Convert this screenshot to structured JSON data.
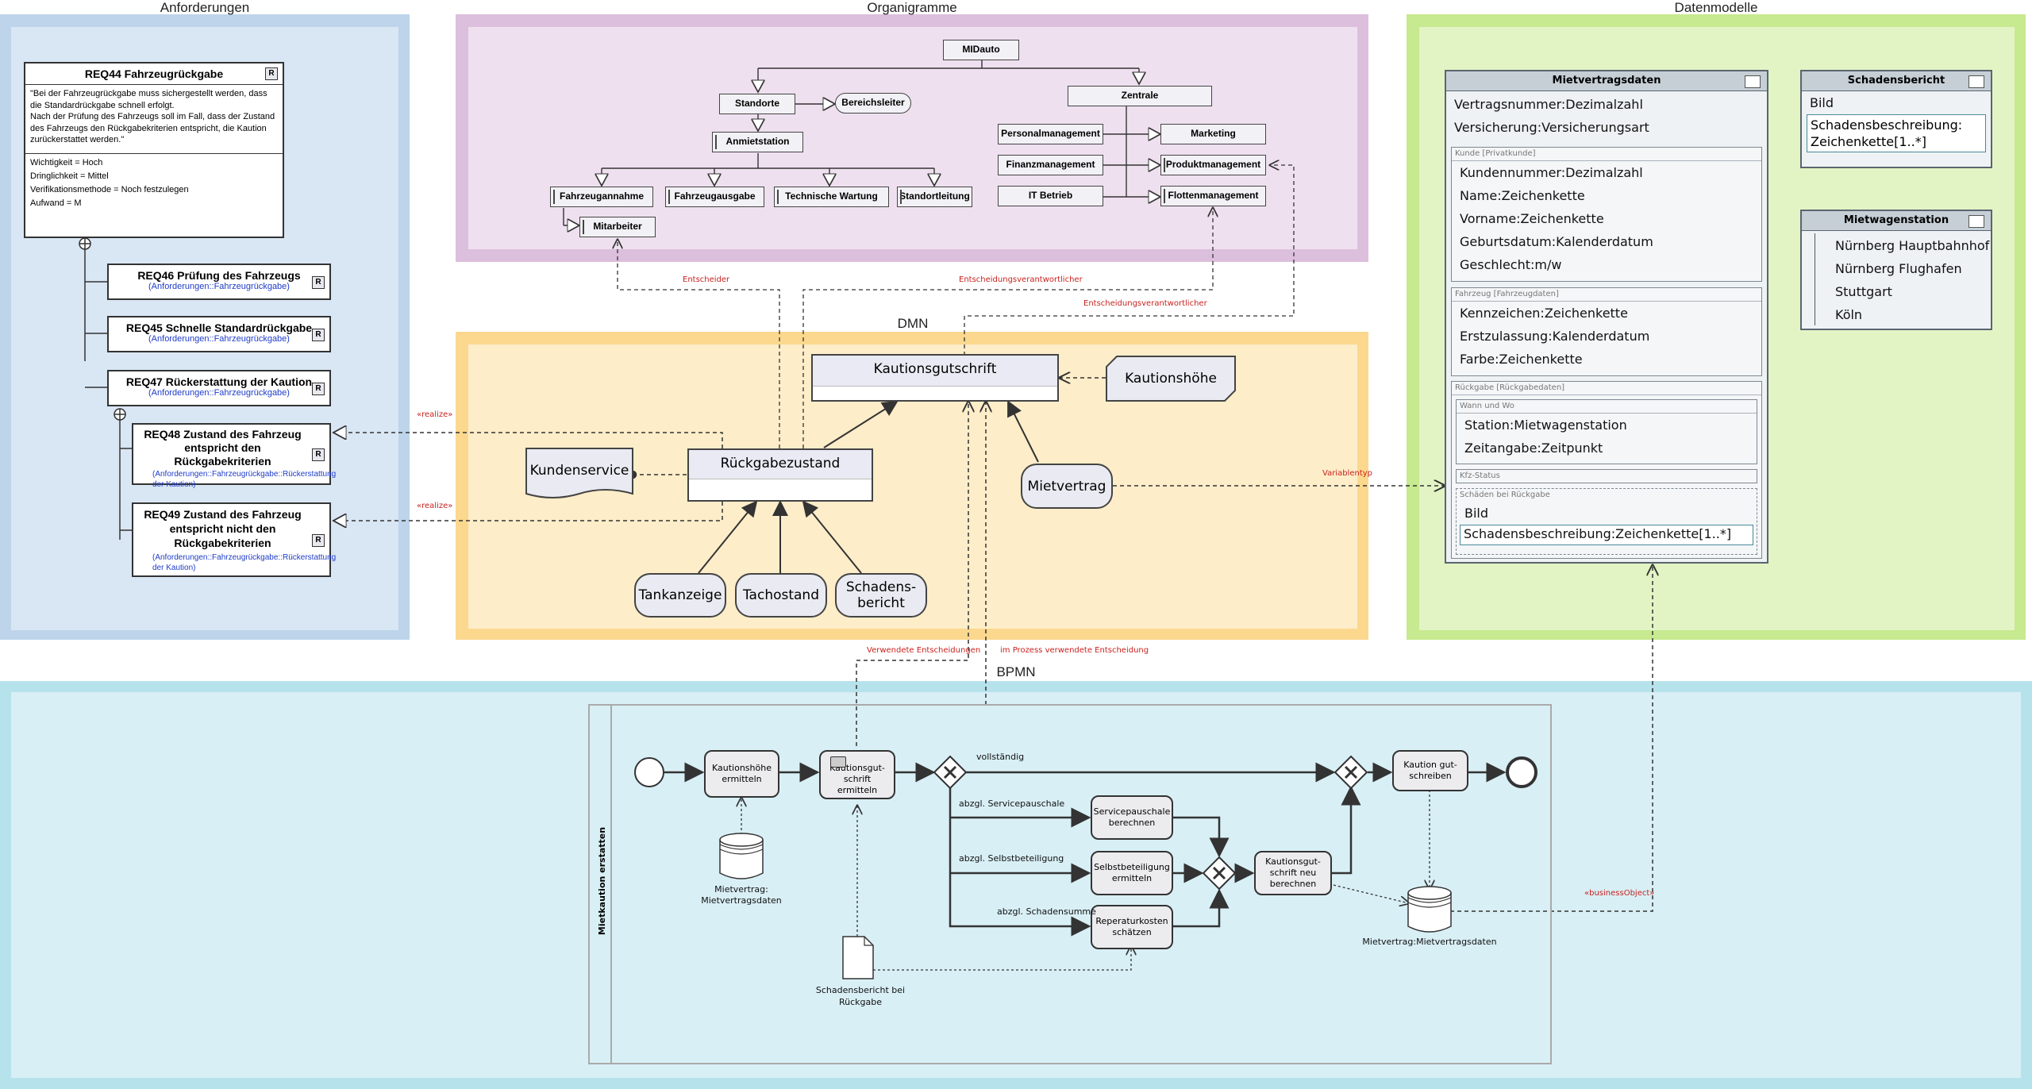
{
  "sections": {
    "anforderungen": "Anforderungen",
    "organigramme": "Organigramme",
    "datenmodelle": "Datenmodelle",
    "dmn": "DMN",
    "bpmn": "BPMN"
  },
  "requirements": {
    "main": {
      "title": "REQ44 Fahrzeugrückgabe",
      "text": "\"Bei der Fahrzeugrückgabe muss sichergestellt werden, dass die Standardrückgabe schnell erfolgt.\nNach der Prüfung des Fahrzeugs soll im Fall, dass der Zustand des Fahrzeugs den Rückgabekriterien entspricht, die Kaution zurückerstattet werden.\"",
      "props": [
        "Wichtigkeit = Hoch",
        "Dringlichkeit = Mittel",
        "Verifikationsmethode = Noch festzulegen",
        "Aufwand = M"
      ]
    },
    "children": [
      {
        "title": "REQ46 Prüfung des Fahrzeugs",
        "path": "(Anforderungen::Fahrzeugrückgabe)"
      },
      {
        "title": "REQ45 Schnelle Standardrückgabe",
        "path": "(Anforderungen::Fahrzeugrückgabe)"
      },
      {
        "title": "REQ47 Rückerstattung der Kaution",
        "path": "(Anforderungen::Fahrzeugrückgabe)"
      }
    ],
    "grandchildren": [
      {
        "title": "REQ48 Zustand des Fahrzeug entspricht den Rückgabekriterien",
        "path": "(Anforderungen::Fahrzeugrückgabe::Rückerstattung der Kaution)"
      },
      {
        "title": "REQ49 Zustand des Fahrzeug entspricht nicht den Rückgabekriterien",
        "path": "(Anforderungen::Fahrzeugrückgabe::Rückerstattung der Kaution)"
      }
    ]
  },
  "org": {
    "root": "MIDauto",
    "standorte": "Standorte",
    "bereichsleiter": "Bereichsleiter",
    "anmietstation": "Anmietstation",
    "fahrzeugannahme": "Fahrzeugannahme",
    "fahrzeugausgabe": "Fahrzeugausgabe",
    "technische_wartung": "Technische Wartung",
    "standortleitung": "Standortleitung",
    "mitarbeiter": "Mitarbeiter",
    "zentrale": "Zentrale",
    "personalmanagement": "Personalmanagement",
    "marketing": "Marketing",
    "finanzmanagement": "Finanzmanagement",
    "produktmanagement": "Produktmanagement",
    "it_betrieb": "IT Betrieb",
    "flottenmanagement": "Flottenmanagement"
  },
  "datamodel": {
    "mietvertragsdaten": {
      "title": "Mietvertragsdaten",
      "rows": [
        "Vertragsnummer:Dezimalzahl",
        "Versicherung:Versicherungsart"
      ],
      "kunde_label": "Kunde [Privatkunde]",
      "kunde_rows": [
        "Kundennummer:Dezimalzahl",
        "Name:Zeichenkette",
        "Vorname:Zeichenkette",
        "Geburtsdatum:Kalenderdatum",
        "Geschlecht:m/w"
      ],
      "fahrzeug_label": "Fahrzeug [Fahrzeugdaten]",
      "fahrzeug_rows": [
        "Kennzeichen:Zeichenkette",
        "Erstzulassung:Kalenderdatum",
        "Farbe:Zeichenkette"
      ],
      "rueckgabe_label": "Rückgabe [Rückgabedaten]",
      "wann_label": "Wann und Wo",
      "wann_rows": [
        "Station:Mietwagenstation",
        "Zeitangabe:Zeitpunkt"
      ],
      "kfz_label": "Kfz-Status",
      "schaeden_label": "Schäden bei Rückgabe",
      "schaeden_rows": [
        "Bild",
        "Schadensbeschreibung:Zeichenkette[1..*]"
      ]
    },
    "schadensbericht": {
      "title": "Schadensbericht",
      "rows": [
        "Bild",
        "Schadensbeschreibung:",
        "Zeichenkette[1..*]"
      ]
    },
    "mietwagenstation": {
      "title": "Mietwagenstation",
      "rows": [
        "Nürnberg Hauptbahnhof",
        "Nürnberg Flughafen",
        "Stuttgart",
        "Köln"
      ]
    }
  },
  "dmn": {
    "kautionsgutschrift": "Kautionsgutschrift",
    "kautionshoehe": "Kautionshöhe",
    "kundenservice": "Kundenservice",
    "rueckgabezustand": "Rückgabezustand",
    "mietvertrag": "Mietvertrag",
    "tankanzeige": "Tankanzeige",
    "tachostand": "Tachostand",
    "schadensbericht": "Schadens-\nbericht"
  },
  "edge_labels": {
    "entscheider": "Entscheider",
    "entscheidungsverantwortlicher1": "Entscheidungsverantwortlicher",
    "entscheidungsverantwortlicher2": "Entscheidungsverantwortlicher",
    "realize1": "«realize»",
    "realize2": "«realize»",
    "variablentyp": "Variablentyp",
    "verwendete": "Verwendete Entscheidungen",
    "im_prozess": "im Prozess verwendete Entscheidung",
    "business_object": "«businessObject»"
  },
  "bpmn": {
    "pool": "Mietkaution erstatten",
    "t_kautionshoehe": "Kautionshöhe ermitteln",
    "t_kautionsgutschrift": "Kautionsgut-schrift ermitteln",
    "t_servicepauschale": "Servicepauschale berechnen",
    "t_selbstbeteiligung": "Selbstbeteiligung ermitteln",
    "t_reparaturkosten": "Reperaturkosten schätzen",
    "t_neu": "Kautionsgut-schrift neu berechnen",
    "t_gutschreiben": "Kaution gut-schreiben",
    "flow_vollstaendig": "vollständig",
    "flow_service": "abzgl. Servicepauschale",
    "flow_selbst": "abzgl. Selbstbeteiligung",
    "flow_schaden": "abzgl. Schadensumme",
    "ds_mietvertrag1": "Mietvertrag:\nMietvertragsdaten",
    "ds_mietvertrag2": "Mietvertrag:Mietvertragsdaten",
    "doc_schadensbericht": "Schadensbericht bei\nRückgabe"
  },
  "colors": {
    "anforderungen_bg": "#bdd4ea",
    "organigramme_bg": "#dcbfdc",
    "datenmodelle_bg": "#c7e98f",
    "dmn_bg": "#fbd88e",
    "bpmn_bg": "#b6e2ec",
    "red_label": "#c8231f",
    "blue_text": "#1f3cc8"
  }
}
